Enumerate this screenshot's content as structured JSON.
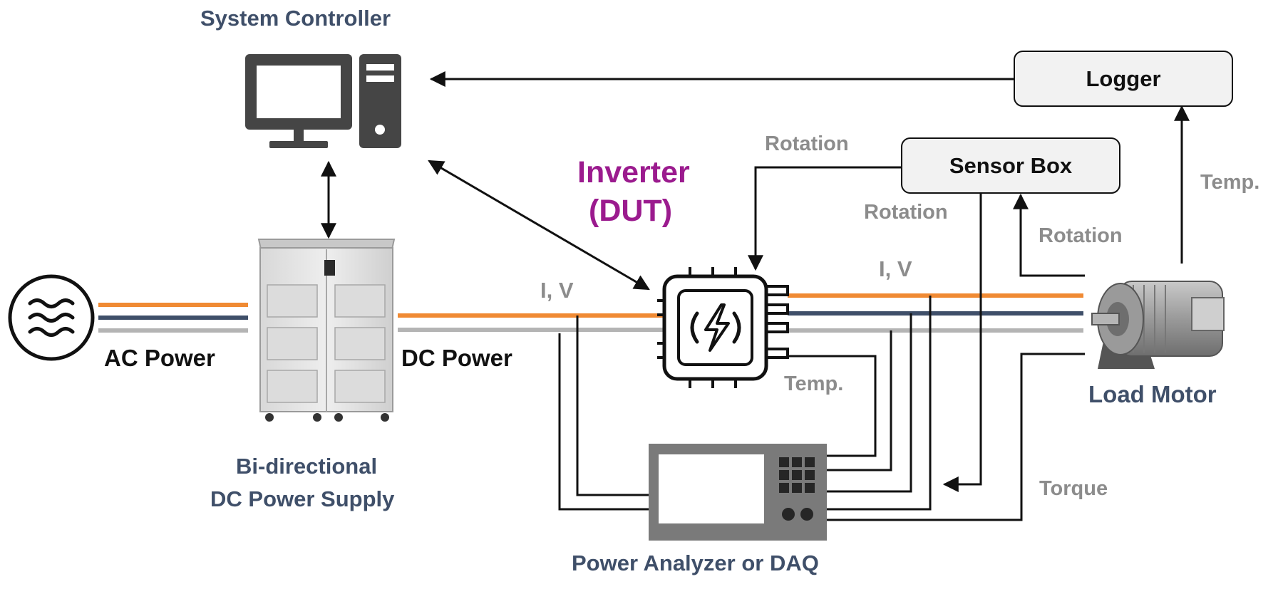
{
  "labels": {
    "system_controller": "System Controller",
    "inverter_line1": "Inverter",
    "inverter_line2": "(DUT)",
    "logger": "Logger",
    "sensor_box": "Sensor Box",
    "rotation_top": "Rotation",
    "rotation_mid": "Rotation",
    "rotation_right": "Rotation",
    "temp_right": "Temp.",
    "temp_mid": "Temp.",
    "iv_left": "I, V",
    "iv_right": "I, V",
    "ac_power": "AC Power",
    "dc_power": "DC Power",
    "supply_line1": "Bi-directional",
    "supply_line2": "DC Power Supply",
    "load_motor": "Load Motor",
    "torque": "Torque",
    "analyzer": "Power Analyzer or DAQ"
  },
  "colors": {
    "label_navy": "#3f4f69",
    "label_gray": "#8c8c8c",
    "dut_purple": "#9b1b8e",
    "wire_orange": "#f08a33",
    "wire_navy": "#3f4f69",
    "wire_gray": "#b4b4b4",
    "signal_black": "#111111"
  },
  "icons": [
    "desktop-computer-icon",
    "ac-source-icon",
    "dc-power-supply-cabinet",
    "inverter-chip-icon",
    "load-motor-icon",
    "power-analyzer-icon"
  ]
}
